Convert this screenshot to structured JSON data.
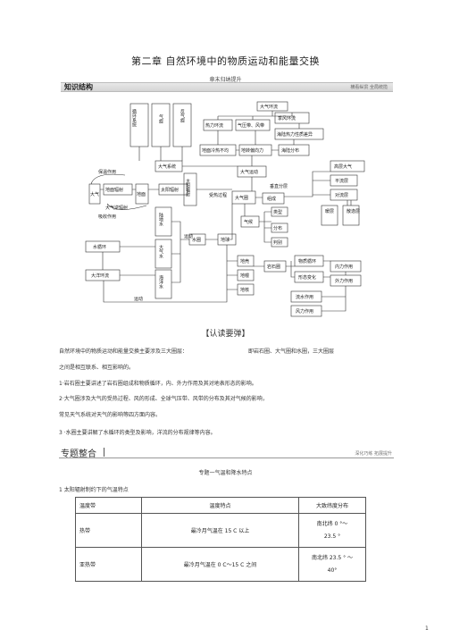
{
  "header": {
    "title": "第二章  自然环境中的物质运动和能量交换",
    "subtitle": "章末归纳提升",
    "banner_left": "知识结构",
    "banner_right": "横看纵贯  全局统揽"
  },
  "diagram": {
    "col_labels": [
      "循环系统",
      "气旋",
      "反气旋"
    ],
    "atm_circ": "大气环流",
    "heat_circ": "热力环流",
    "pressure_belts": "气压带、风带",
    "monsoon": "季风环流",
    "sea_land": "海陆热力性质差异",
    "uneven_heat": "地面冷热不均",
    "coriolis": "地转偏向力",
    "sea_land_dist": "海陆分布",
    "atm_system": "大气系统",
    "atm_motion": "大气运动",
    "upper_atm": "高层大气",
    "stratosphere": "平流层",
    "troposphere": "对流层",
    "insulation": "保温作用",
    "ground_rad": "地面辐射",
    "atm": "大气",
    "ground": "地面",
    "solar_rad": "太阳辐射",
    "sun_label": "太阳辐射",
    "back_rad": "大气逆辐射",
    "absorb": "吸收作用",
    "heat_process": "受热过程",
    "atmosphere_sphere": "大气圈",
    "vertical_layer": "垂直分层",
    "composition": "组成",
    "types": "类型",
    "climate": "气候",
    "distribution": "分布",
    "judge": "判别",
    "land_water": "陆地水",
    "atm_water": "大气水",
    "sea_water": "海洋水",
    "water_cycle": "水循环",
    "motion": "运动",
    "hydrosphere": "水圈",
    "earth": "地球",
    "ocean_cycle": "大洋环流",
    "motion2": "运动",
    "crust": "地壳",
    "mantle": "地幔",
    "core": "地核",
    "lithosphere": "岩石圈",
    "rock_cycle": "物质循环",
    "landform_change": "形态变化",
    "internal": "内力作用",
    "external": "外力作用",
    "flowing_water": "流水作用",
    "wind": "风力作用",
    "warm_layer": "暖层",
    "exosphere": "散逸层"
  },
  "section": {
    "heading": "【认读要弹】",
    "p1a": "自然环境中的物质运动和能量交换主要涉及三大圈层：",
    "p1b": "即岩石圈、大气圈和水圈，三大圈层",
    "p2": "之间是相互联系、相互影响的。",
    "p3": "1·岩石圈主要讲述了岩石圈组成和物质循环，内、外力作用及其对地表形态的影响。",
    "p4": "2·大气圈涉及大气的受热过程、风的形成、全球气压带、风带的分布及其对气候的影响，",
    "p5": "常见天气系统对天气的影响等四方面内容。",
    "p6": "3 ·水圈主要讲解了水循环的类型及影响，洋流的分布规律等内容。"
  },
  "zhuanti": {
    "title": "专题整合",
    "right": "深化巧练 拓展提升"
  },
  "topic": "专题一气温和降水特点",
  "table_label": "1 太阳辐射制约下的气温特点",
  "table": {
    "headers": [
      "温度带",
      "温度特点",
      "大致纬度分布"
    ],
    "rows": [
      [
        "热带",
        "最冷月气温在 15 C 以上",
        "南北纬 0 °～",
        "23.5 °"
      ],
      [
        "亚热带",
        "最冷月气温在 0 C～15 C 之间",
        "南北纬 23.5 °  ～",
        "40°"
      ]
    ]
  },
  "page_number": "1"
}
